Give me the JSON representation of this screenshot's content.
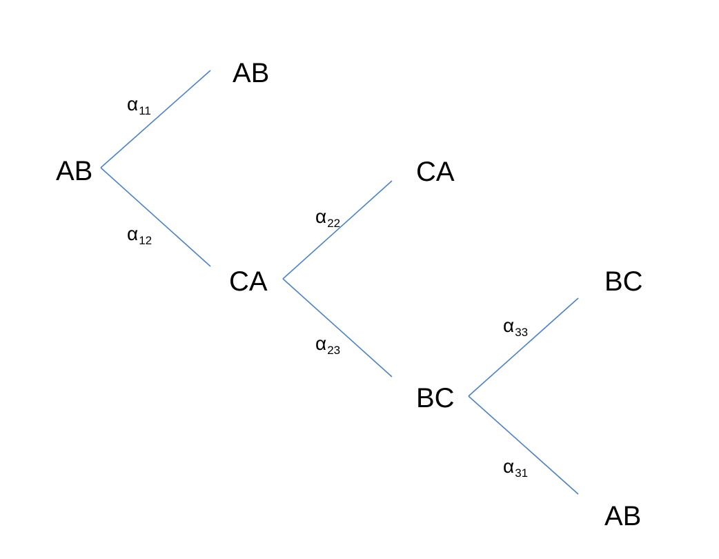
{
  "nodes": {
    "root_ab": "AB",
    "l1_ab": "AB",
    "l1_ca": "CA",
    "l2_ca": "CA",
    "l2_bc": "BC",
    "l3_bc": "BC",
    "l3_ab": "AB"
  },
  "edge_labels": {
    "a11": {
      "symbol": "α",
      "sub": "11"
    },
    "a12": {
      "symbol": "α",
      "sub": "12"
    },
    "a22": {
      "symbol": "α",
      "sub": "22"
    },
    "a23": {
      "symbol": "α",
      "sub": "23"
    },
    "a33": {
      "symbol": "α",
      "sub": "33"
    },
    "a31": {
      "symbol": "α",
      "sub": "31"
    }
  },
  "colors": {
    "edge": "#4f81bd"
  }
}
